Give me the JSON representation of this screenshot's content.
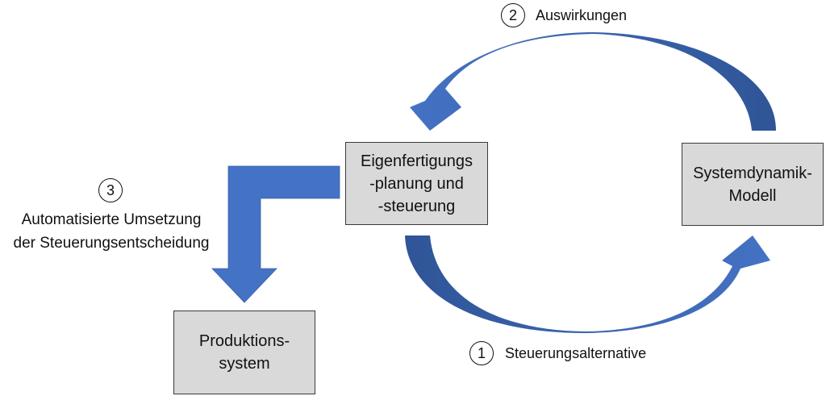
{
  "nodes": {
    "eigen": {
      "lines": [
        "Eigenfertigungs",
        "-planung und",
        "-steuerung"
      ]
    },
    "sdm": {
      "lines": [
        "Systemdynamik-",
        "Modell"
      ]
    },
    "prod": {
      "lines": [
        "Produktions-",
        "system"
      ]
    }
  },
  "edges": {
    "step1": {
      "number": "1",
      "label": "Steuerungsalternative",
      "from": "Eigenfertigungs-planung und -steuerung",
      "to": "Systemdynamik-Modell"
    },
    "step2": {
      "number": "2",
      "label": "Auswirkungen",
      "from": "Systemdynamik-Modell",
      "to": "Eigenfertigungs-planung und -steuerung"
    },
    "step3": {
      "number": "3",
      "label_lines": [
        "Automatisierte Umsetzung",
        "der Steuerungsentscheidung"
      ],
      "from": "Eigenfertigungs-planung und -steuerung",
      "to": "Produktionssystem"
    }
  },
  "colors": {
    "arrow_light": "#4472c4",
    "arrow_dark": "#2f5597",
    "box_fill": "#d9d9d9",
    "box_border": "#3a3a3a"
  }
}
